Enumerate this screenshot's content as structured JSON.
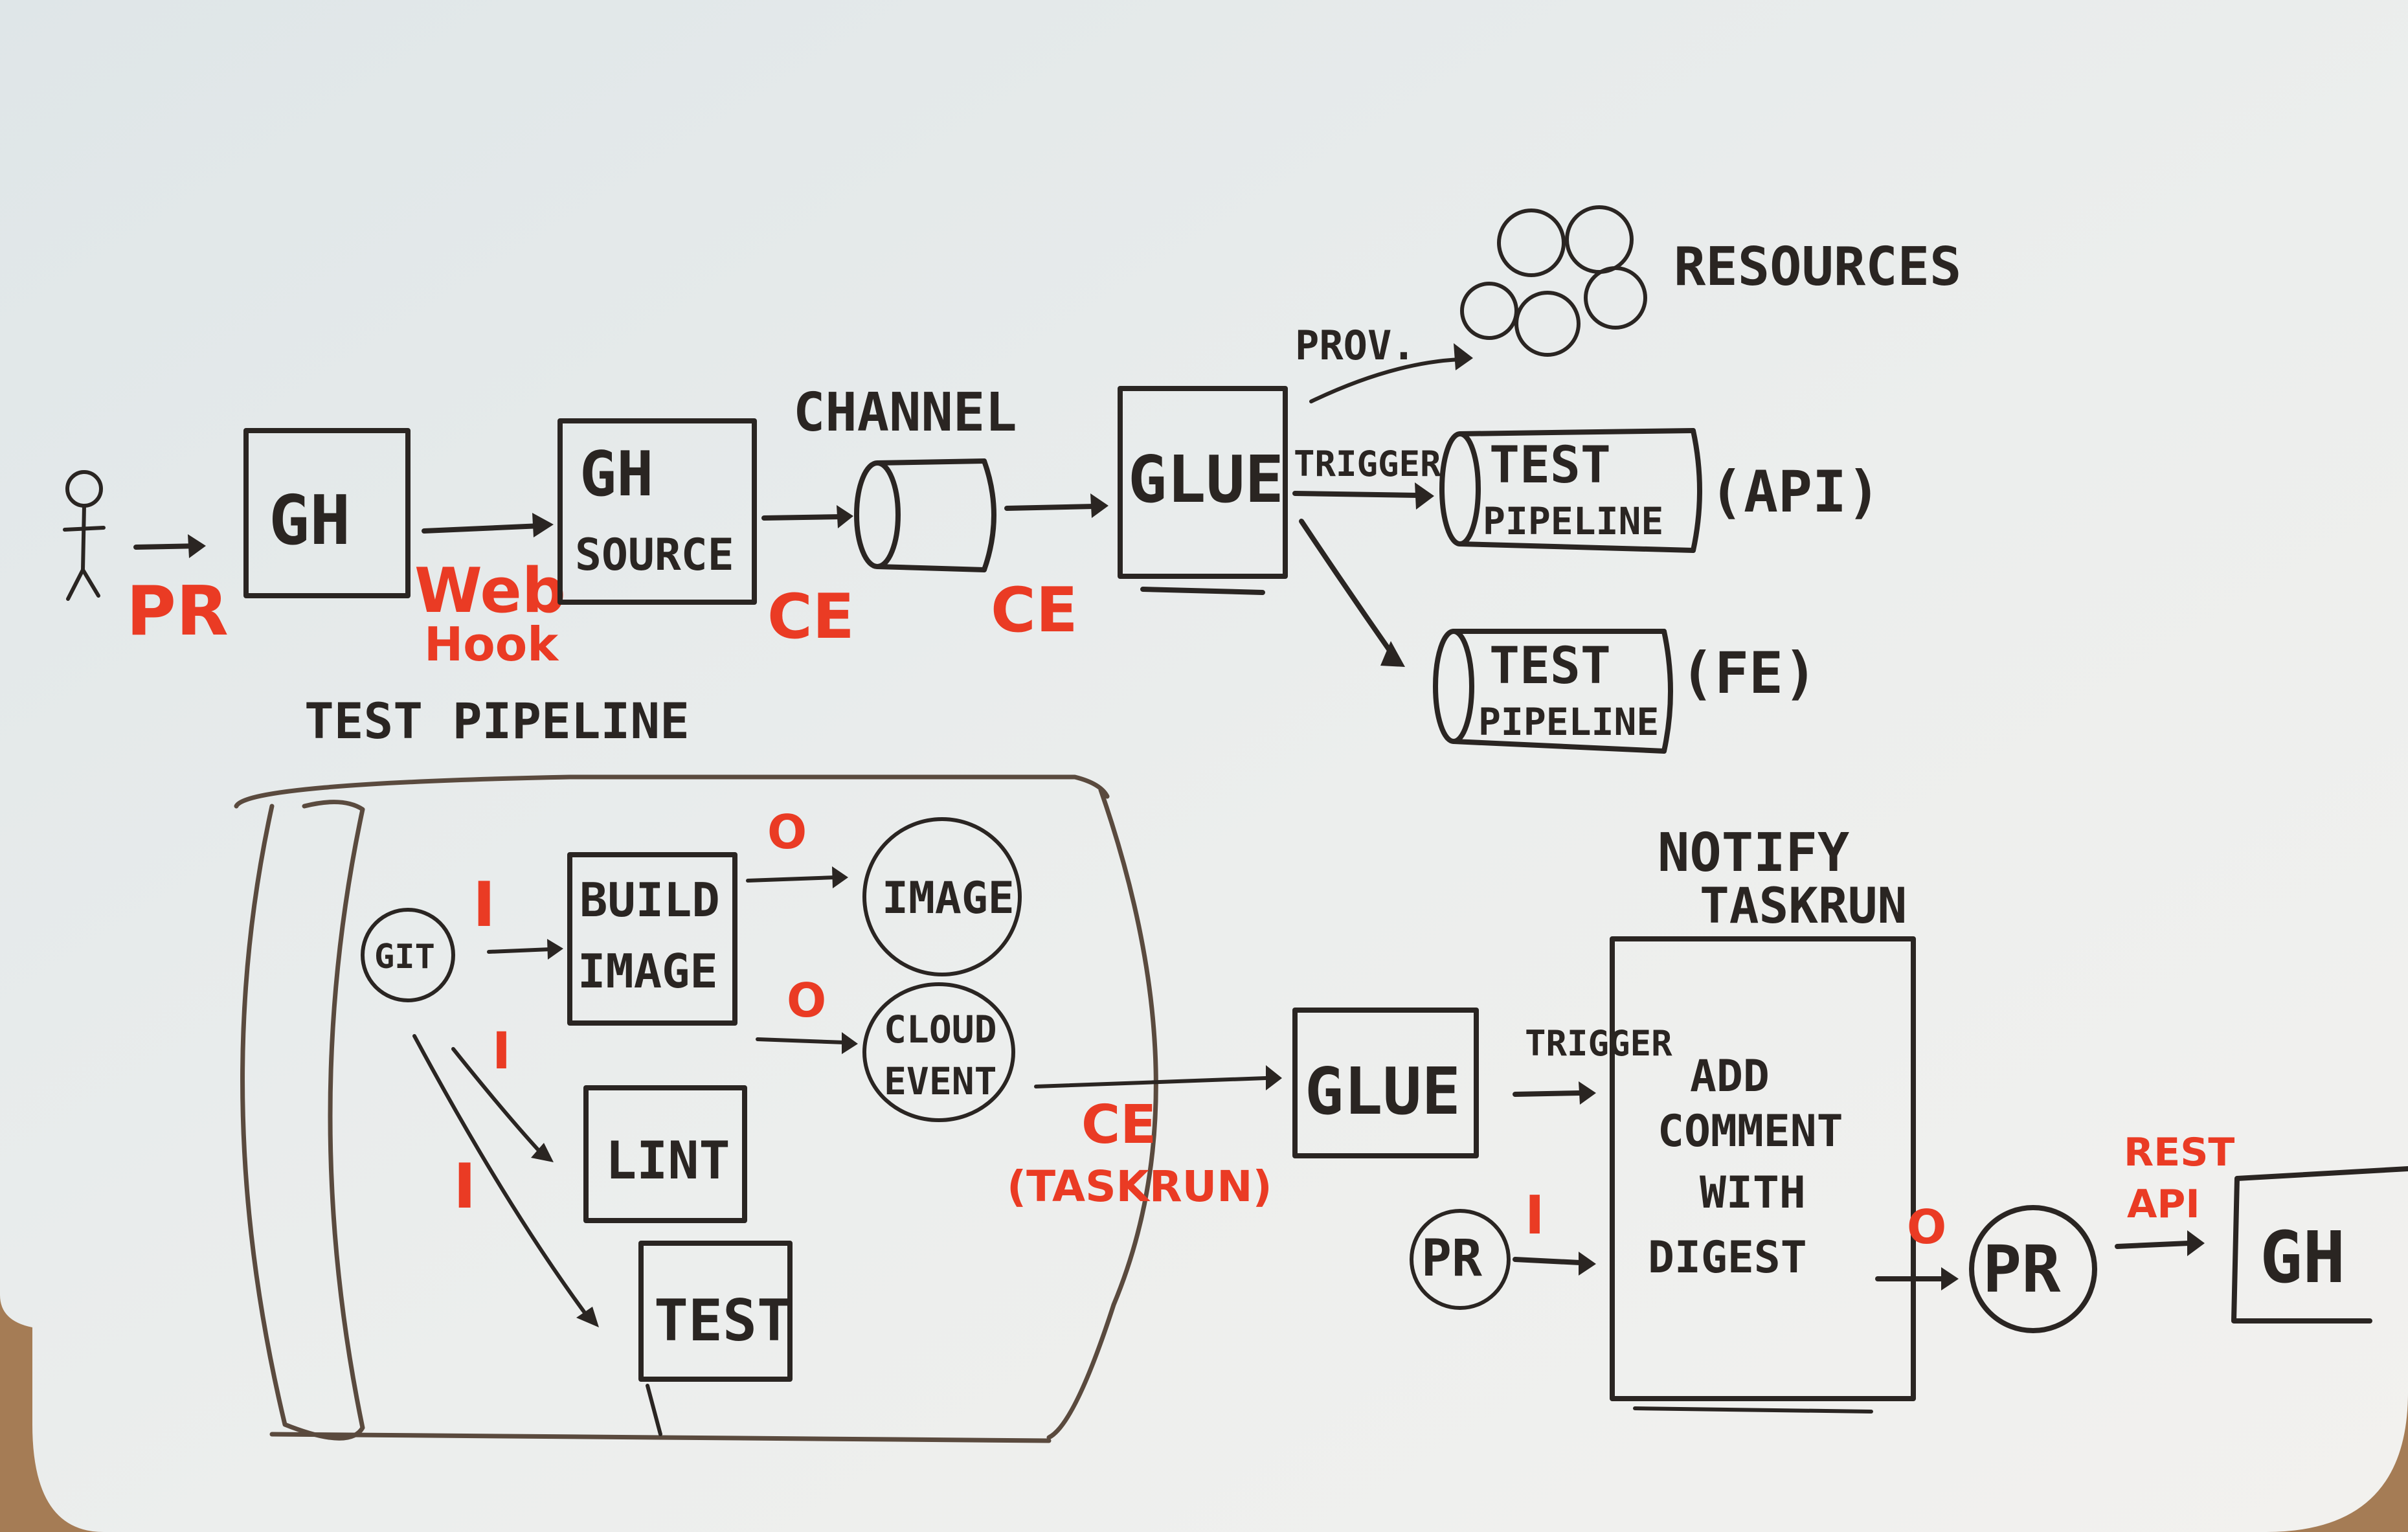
{
  "labels": {
    "actor_pr": "PR",
    "gh": "GH",
    "webhook_line1": "Web",
    "webhook_line2": "Hook",
    "gh_source_line1": "GH",
    "gh_source_line2": "SOURCE",
    "ce_1": "CE",
    "channel": "CHANNEL",
    "ce_2": "CE",
    "glue_top": "GLUE",
    "prov": "PROV.",
    "resources": "RESOURCES",
    "trigger_top": "TRIGGER",
    "test_pipeline_api_line1": "TEST",
    "test_pipeline_api_line2": "PIPELINE",
    "api": "(API)",
    "test_pipeline_fe_line1": "TEST",
    "test_pipeline_fe_line2": "PIPELINE",
    "fe": "(FE)",
    "test_pipeline_title": "TEST PIPELINE",
    "git": "GIT",
    "build_image_line1": "BUILD",
    "build_image_line2": "IMAGE",
    "image": "IMAGE",
    "cloud_event_line1": "CLOUD",
    "cloud_event_line2": "EVENT",
    "lint": "LINT",
    "test": "TEST",
    "io_i_1": "I",
    "io_i_2": "I",
    "io_i_3": "I",
    "io_o_1": "O",
    "io_o_2": "O",
    "ce_taskrun_line1": "CE",
    "ce_taskrun_line2": "(TASKRUN)",
    "glue_bottom": "GLUE",
    "trigger_bottom": "TRIGGER",
    "notify_line1": "NOTIFY",
    "notify_line2": "TASKRUN",
    "add_comment_line1": "ADD",
    "add_comment_line2": "COMMENT",
    "add_comment_line3": "WITH",
    "add_comment_line4": "DIGEST",
    "pr_input": "PR",
    "io_i_4": "I",
    "io_o_3": "O",
    "pr_output": "PR",
    "rest_api_line1": "REST",
    "rest_api_line2": "API",
    "gh_final": "GH"
  },
  "colors": {
    "board": "#e8ecec",
    "ink": "#2a2522",
    "red_marker": "#ea3b24",
    "table": "#a57c55"
  }
}
